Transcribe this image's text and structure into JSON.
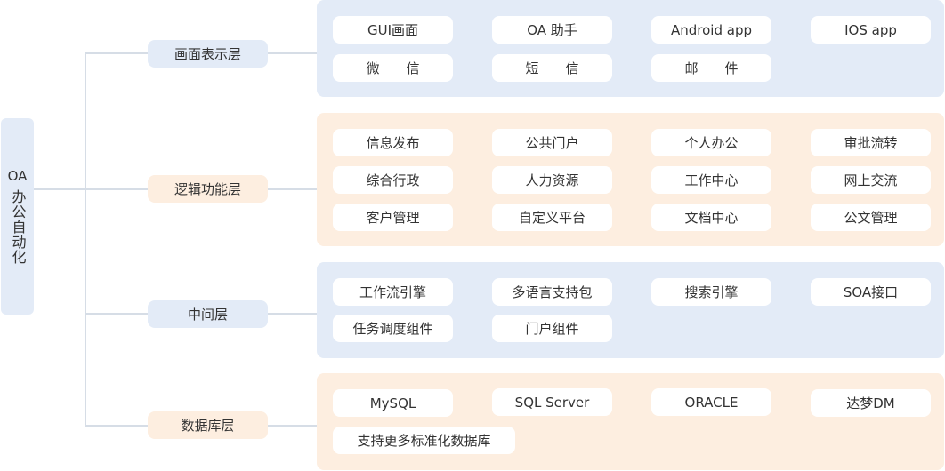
{
  "colors": {
    "blue_panel": "#e3ebf7",
    "orange_panel": "#fdeee0",
    "connector": "#d6dde6",
    "chip": "#ffffff",
    "text": "#333333"
  },
  "root": {
    "label_top": "OA",
    "label_bottom": "办公自动化"
  },
  "layers": [
    {
      "label": "画面表示层",
      "rows": [
        [
          "GUI画面",
          "OA 助手",
          "Android app",
          "IOS app"
        ],
        [
          "微　　信",
          "短　　信",
          "邮　　件"
        ]
      ]
    },
    {
      "label": "逻辑功能层",
      "rows": [
        [
          "信息发布",
          "公共门户",
          "个人办公",
          "审批流转"
        ],
        [
          "综合行政",
          "人力资源",
          "工作中心",
          "网上交流"
        ],
        [
          "客户管理",
          "自定义平台",
          "文档中心",
          "公文管理"
        ]
      ]
    },
    {
      "label": "中间层",
      "rows": [
        [
          "工作流引擎",
          "多语言支持包",
          "搜索引擎",
          "SOA接口"
        ],
        [
          "任务调度组件",
          "门户组件"
        ]
      ]
    },
    {
      "label": "数据库层",
      "rows": [
        [
          "MySQL",
          "SQL Server",
          "ORACLE",
          "达梦DM"
        ],
        [
          "支持更多标准化数据库"
        ]
      ]
    }
  ]
}
